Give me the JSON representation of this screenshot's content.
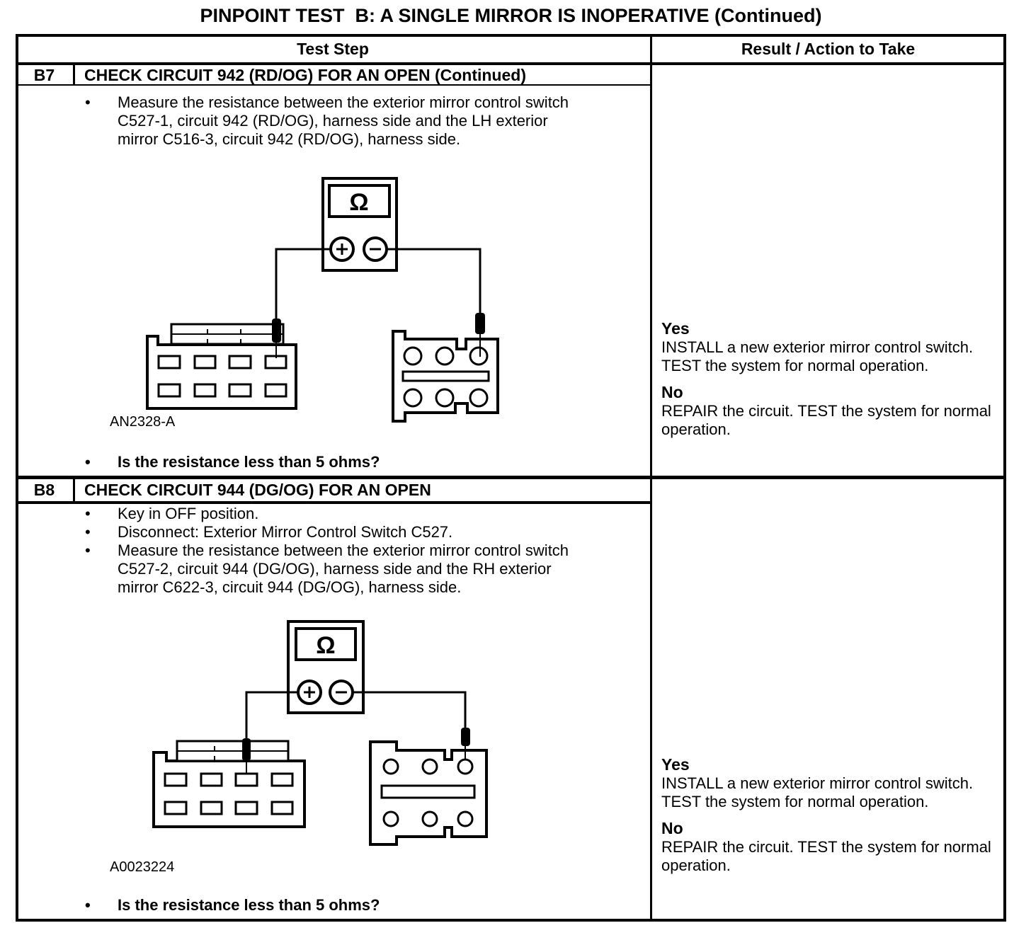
{
  "title": "PINPOINT TEST  B: A SINGLE MIRROR IS INOPERATIVE (Continued)",
  "colors": {
    "ink": "#000000",
    "paper": "#ffffff"
  },
  "table": {
    "headers": {
      "test_step": "Test Step",
      "result": "Result / Action to Take"
    },
    "rows": [
      {
        "id": "B7",
        "title": "CHECK CIRCUIT 942 (RD/OG) FOR AN OPEN (Continued)",
        "steps": [
          "Measure the resistance between the exterior mirror control switch C527-1, circuit 942 (RD/OG), harness side and the LH exterior mirror C516-3, circuit 942 (RD/OG), harness side."
        ],
        "bullet": "•",
        "figure_label": "AN2328-A",
        "question": "Is the resistance less than 5 ohms?",
        "result": {
          "yes_label": "Yes",
          "yes_action": "INSTALL a new exterior mirror control switch. TEST the system for normal operation.",
          "no_label": "No",
          "no_action": "REPAIR the circuit. TEST the system for normal operation."
        }
      },
      {
        "id": "B8",
        "title": "CHECK CIRCUIT 944 (DG/OG) FOR AN OPEN",
        "steps": [
          "Key in OFF position.",
          "Disconnect: Exterior Mirror Control Switch C527.",
          "Measure the resistance between the exterior mirror control switch C527-2, circuit 944 (DG/OG), harness side and the RH exterior mirror C622-3, circuit 944 (DG/OG), harness side."
        ],
        "bullet": "•",
        "figure_label": "A0023224",
        "question": "Is the resistance less than 5 ohms?",
        "result": {
          "yes_label": "Yes",
          "yes_action": "INSTALL a new exterior mirror control switch. TEST the system for normal operation.",
          "no_label": "No",
          "no_action": "REPAIR the circuit. TEST the system for normal operation."
        }
      }
    ]
  },
  "diagram": {
    "ohm_symbol": "Ω"
  }
}
